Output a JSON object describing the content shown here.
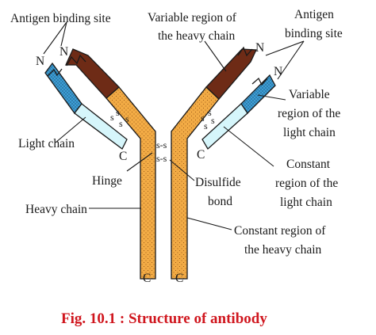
{
  "colors": {
    "heavy_constant": "#f2ab45",
    "heavy_variable": "#6e2b16",
    "light_constant": "#d6f6fb",
    "light_variable": "#3d9ed6",
    "caption": "#d0161e",
    "outline": "#1a1a1a"
  },
  "labels": {
    "antigen_left": "Antigen binding site",
    "variable_heavy_line1": "Variable region of",
    "variable_heavy_line2": "the heavy chain",
    "antigen_right_line1": "Antigen",
    "antigen_right_line2": "binding site",
    "variable_light_line1": "Variable",
    "variable_light_line2": "region of the",
    "variable_light_line3": "light chain",
    "light_chain": "Light chain",
    "constant_light_line1": "Constant",
    "constant_light_line2": "region of the",
    "constant_light_line3": "light chain",
    "hinge": "Hinge",
    "disulfide_line1": "Disulfide",
    "disulfide_line2": "bond",
    "heavy_chain": "Heavy chain",
    "constant_heavy_line1": "Constant region of",
    "constant_heavy_line2": "the heavy chain"
  },
  "termini": {
    "n": "N",
    "c": "C"
  },
  "bonds": {
    "ss": "s-s",
    "s": "s"
  },
  "caption": "Fig. 10.1 : Structure of antibody"
}
